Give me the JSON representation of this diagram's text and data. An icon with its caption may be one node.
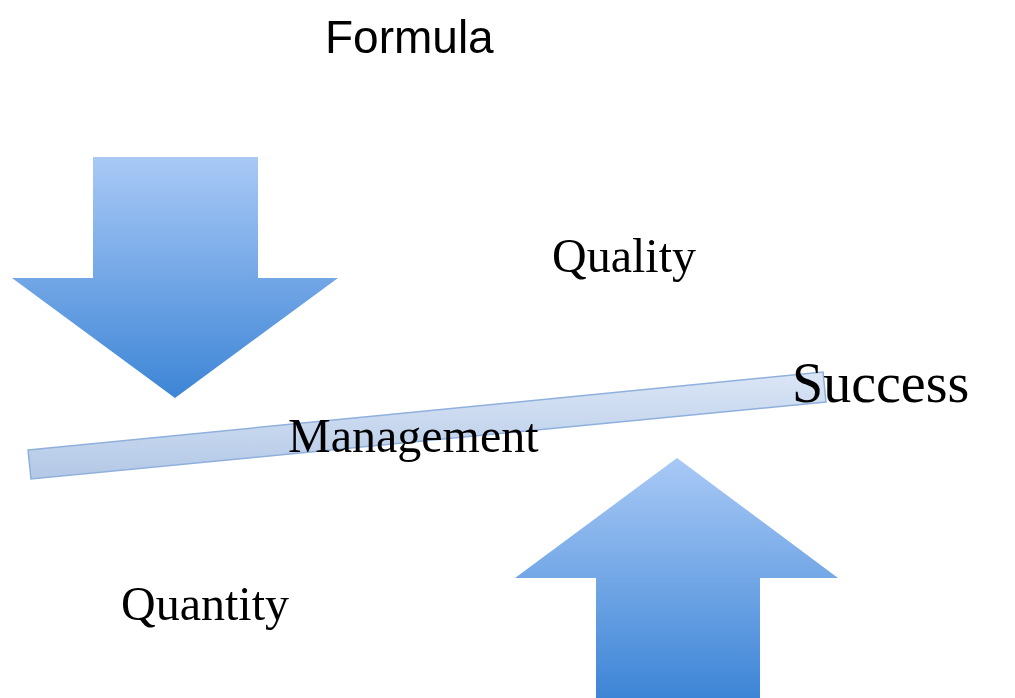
{
  "diagram": {
    "title": "Formula",
    "labels": [
      "Quality",
      "Success",
      "Management",
      "Quantity"
    ]
  }
}
